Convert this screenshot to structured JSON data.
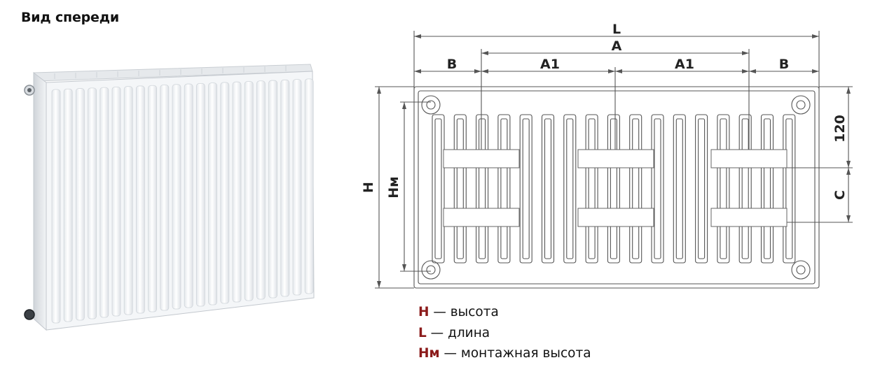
{
  "title": "Вид спереди",
  "dimensions": {
    "L": "L",
    "A": "A",
    "B": "B",
    "A1": "A1",
    "H": "H",
    "Hm": "Hм",
    "C": "C",
    "offset_120": "120"
  },
  "legend": [
    {
      "key": "H",
      "sep": " — ",
      "text": "высота"
    },
    {
      "key": "L",
      "sep": " — ",
      "text": "длина"
    },
    {
      "key": "Hм",
      "sep": " — ",
      "text": "монтажная высота"
    }
  ],
  "colors": {
    "legend_key": "#8b1a1a"
  }
}
